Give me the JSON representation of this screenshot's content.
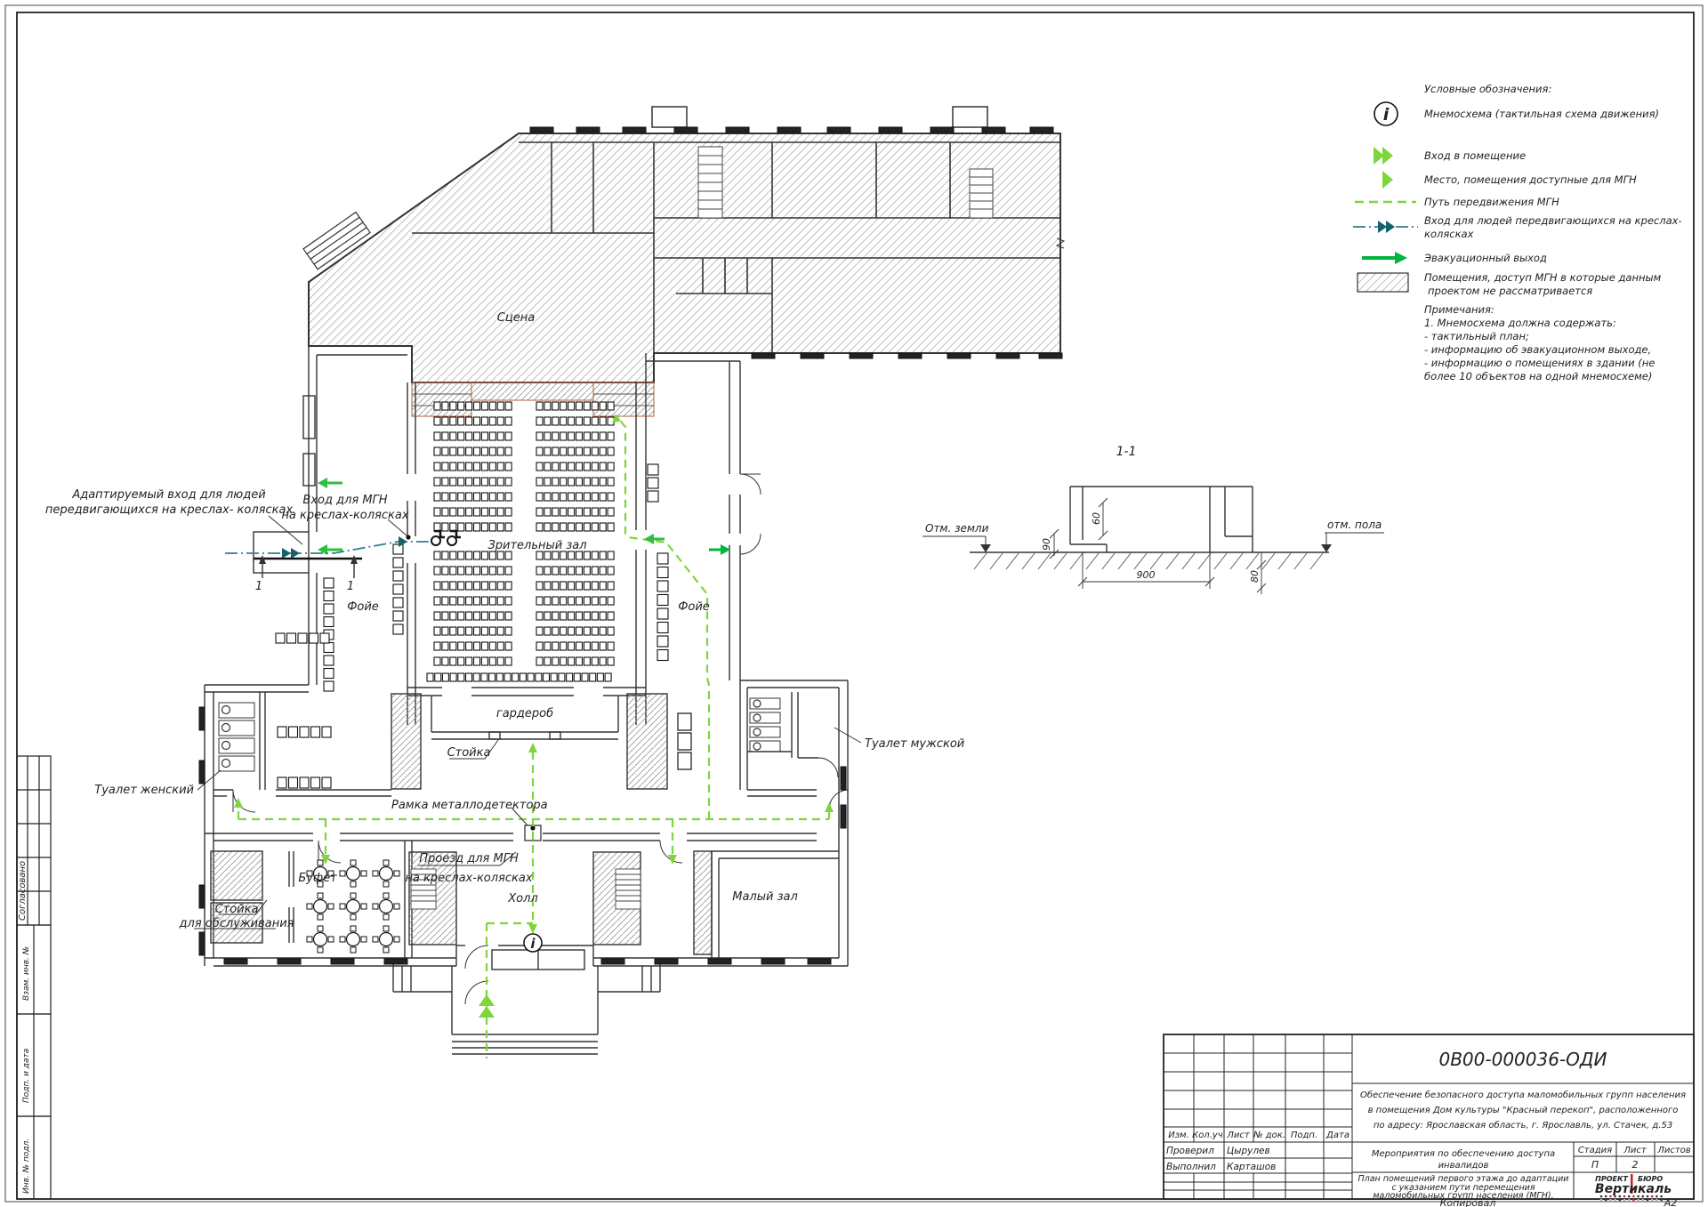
{
  "page": {
    "copied_by": "Копировал",
    "format": "А2"
  },
  "side_stamp": {
    "agreed": "Согласовано",
    "vzam": "Взам. инв. №",
    "podp": "Подп. и дата",
    "inv": "Инв. № подл."
  },
  "plan": {
    "labels": {
      "stage": "Сцена",
      "auditorium": "Зрительный зал",
      "foyer_left": "Фойе",
      "foyer_right": "Фойе",
      "cloakroom": "гардероб",
      "counter": "Стойка",
      "wc_women": "Туалет женский",
      "wc_men": "Туалет мужской",
      "metal_detector": "Рамка металлодетектора",
      "buffet": "Буфет",
      "service_counter_1": "Стойка",
      "service_counter_2": "для обслуживания",
      "hall": "Холл",
      "small_hall": "Малый зал",
      "mgn_pass_1": "Проезд для МГН",
      "mgn_pass_2": "на креслах-колясках",
      "adapt_entry_1": "Адаптируемый вход для людей",
      "adapt_entry_2": "передвигающихся на креслах- колясках",
      "mgn_entry_1": "Вход для МГН",
      "mgn_entry_2": "на креслах-колясках",
      "section_mark_a": "1",
      "section_mark_b": "1"
    }
  },
  "section_detail": {
    "title": "1-1",
    "ground": "Отм. земли",
    "floor": "отм. пола",
    "dims": {
      "d60": "60",
      "d90": "90",
      "d900": "900",
      "d80": "80"
    }
  },
  "legend": {
    "title": "Условные обозначения:",
    "items": {
      "mnemo": "Мнемосхема (тактильная схема движения)",
      "entry": "Вход в помещение",
      "place": "Место, помещения доступные для МГН",
      "path": "Путь передвижения МГН",
      "wheel_1": "Вход для людей передвигающихся на креслах-",
      "wheel_2": "колясках",
      "evac": "Эвакуационный выход",
      "rooms_1": "Помещения, доступ МГН в которые данным",
      "rooms_2": "проектом не рассматривается"
    },
    "notes": {
      "n0": "Примечания:",
      "n1": "1. Мнемосхема должна содержать:",
      "n2": "- тактильный план;",
      "n3": "- информацию об эвакуационном выходе,",
      "n4": "- информацию о помещениях в здании (не",
      "n5": "более 10 объектов на одной мнемосхеме)"
    }
  },
  "title_block": {
    "doc_number": "0В00-000036-ОДИ",
    "desc_1": "Обеспечение безопасного доступа маломобильных групп населения",
    "desc_2": "в помещения Дом культуры \"Красный перекоп\", расположенного",
    "desc_3": "по адресу: Ярославская область, г. Ярославль, ул. Стачек, д.53",
    "col_izm": "Изм.",
    "col_kol": "Кол.уч.",
    "col_list": "Лист",
    "col_doc": "№ док.",
    "col_podp": "Подп.",
    "col_data": "Дата",
    "checked_label": "Проверил",
    "checked_name": "Цырулев",
    "made_label": "Выполнил",
    "made_name": "Карташов",
    "task_1": "Мероприятия по обеспечению доступа",
    "task_2": "инвалидов",
    "sheet_title_1": "План помещений первого этажа до адаптации",
    "sheet_title_2": "с указанием пути перемещения",
    "sheet_title_3": "маломобильных групп населения (МГН).",
    "stage_label": "Стадия",
    "sheet_label": "Лист",
    "sheets_label": "Листов",
    "stage_value": "П",
    "sheet_value": "2",
    "logo_top_1": "ПРОЕКТ",
    "logo_top_2": "БЮРО",
    "logo_name": "Вертикаль"
  }
}
